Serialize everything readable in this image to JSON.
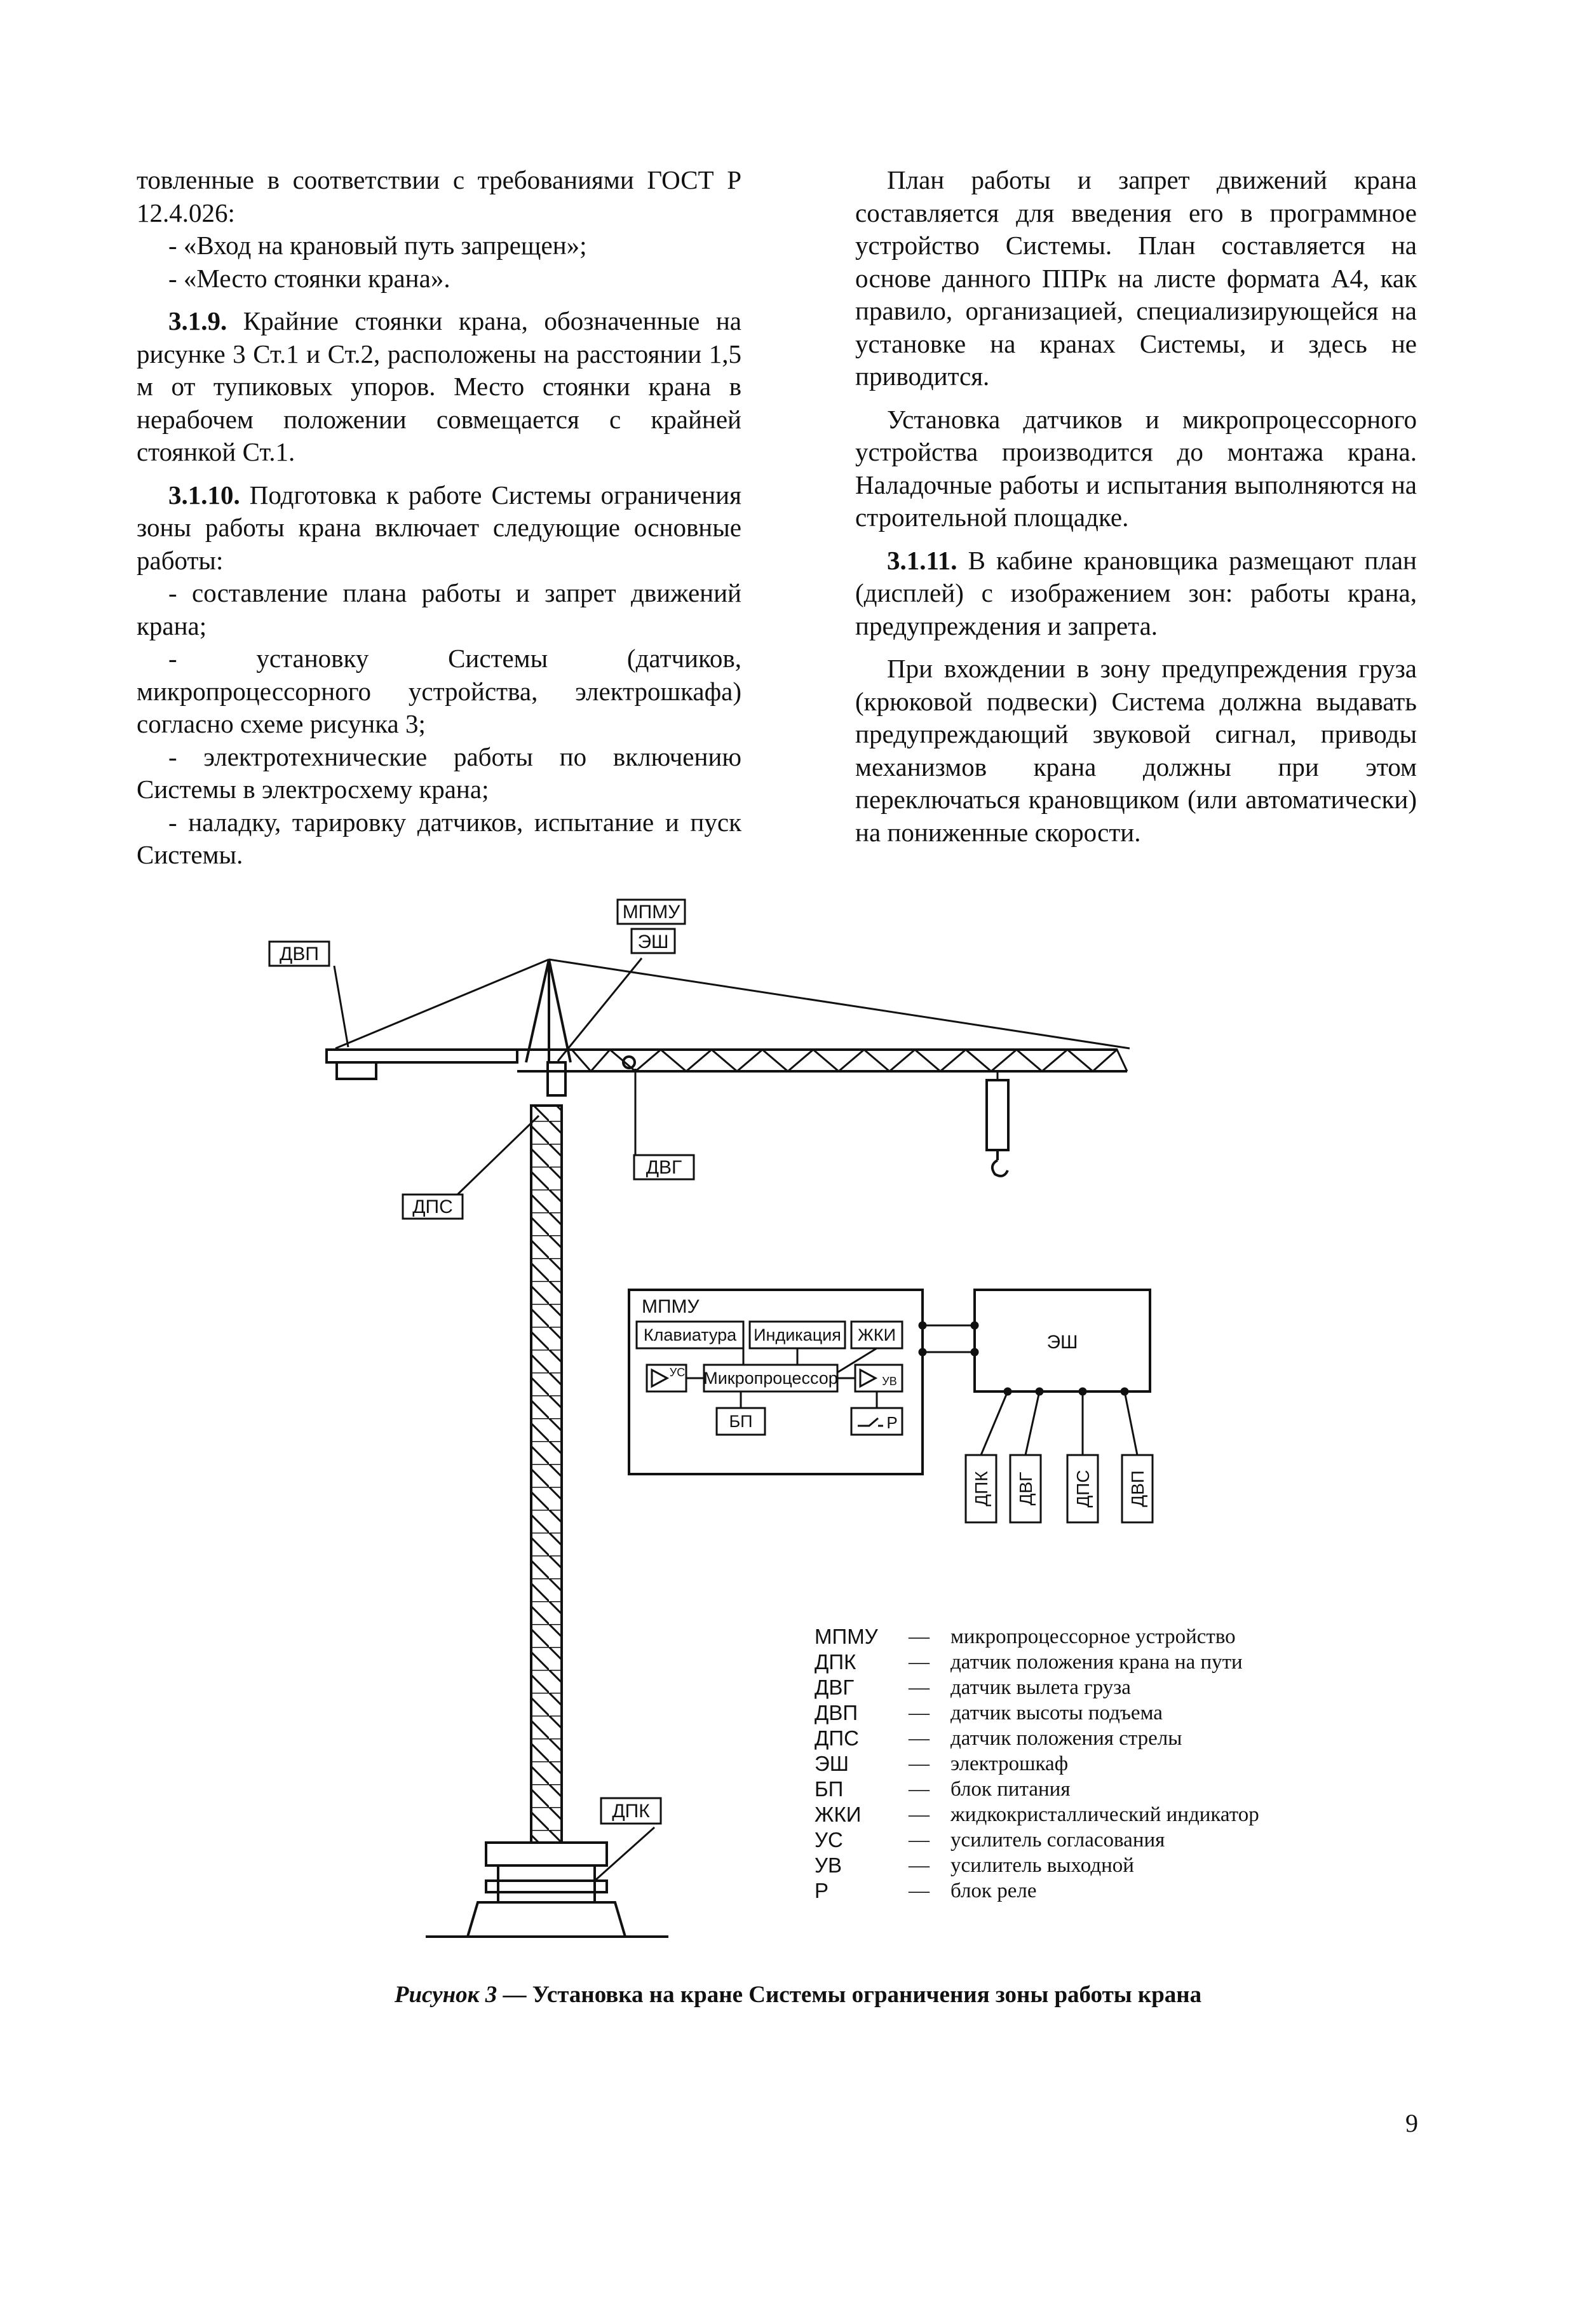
{
  "left_column": {
    "p1": "товленные в соответствии с требованиями ГОСТ Р 12.4.026:",
    "p2": "- «Вход на крановый путь запрещен»;",
    "p3": "- «Место стоянки крана».",
    "s319_num": "3.1.9.",
    "s319_text": " Крайние стоянки крана, обозначенные на рисунке 3 Ст.1 и Ст.2, расположены на расстоянии 1,5 м от тупиковых упоров. Место стоянки крана в нерабочем положении совмещается с крайней стоянкой Ст.1.",
    "s3110_num": "3.1.10.",
    "s3110_text": " Подготовка к работе Системы ограничения зоны работы крана включает следующие основные работы:",
    "item1": "- составление плана работы и запрет движений крана;",
    "item2": "- установку Системы (датчиков, микропроцессорного устройства, электрошкафа) согласно схеме рисунка 3;",
    "item3": "- электротехнические работы по включению Системы в электросхему крана;",
    "item4": "- наладку, тарировку датчиков, испытание и пуск Системы."
  },
  "right_column": {
    "p1": "План работы и запрет движений крана составляется для введения его в программное устройство Системы. План составляется на основе данного ППРк на листе формата А4, как правило, организацией, специализирующейся на установке на кранах Системы, и здесь не приводится.",
    "p2": "Установка датчиков и микропроцессорного устройства производится до монтажа крана. Наладочные работы и испытания выполняются на строительной площадке.",
    "s3111_num": "3.1.11.",
    "s3111_text": " В кабине крановщика размещают план (дисплей) с изображением зон: работы крана, предупреждения и запрета.",
    "p4": "При вхождении в зону предупреждения груза (крюковой подвески) Система должна выдавать предупреждающий звуковой сигнал, приводы механизмов крана должны при этом переключаться крановщиком (или автоматически) на пониженные скорости."
  },
  "figure": {
    "crane_labels": {
      "mpmu": "МПМУ",
      "esh": "ЭШ",
      "dvp": "ДВП",
      "dvg": "ДВГ",
      "dps": "ДПС",
      "dpk": "ДПК"
    },
    "block": {
      "title": "МПМУ",
      "keyboard": "Клавиатура",
      "indication": "Индикация",
      "zhki": "ЖКИ",
      "cpu": "Микропроцессор",
      "us": "УС",
      "uv": "УВ",
      "bp": "БП",
      "relay": "Р",
      "cabinet": "ЭШ",
      "sensors": [
        "ДПК",
        "ДВГ",
        "ДПС",
        "ДВП"
      ]
    },
    "legend": [
      {
        "abbr": "МПМУ",
        "desc": "микропроцессорное устройство"
      },
      {
        "abbr": "ДПК",
        "desc": "датчик положения крана на пути"
      },
      {
        "abbr": "ДВГ",
        "desc": "датчик вылета груза"
      },
      {
        "abbr": "ДВП",
        "desc": "датчик высоты подъема"
      },
      {
        "abbr": "ДПС",
        "desc": "датчик положения стрелы"
      },
      {
        "abbr": "ЭШ",
        "desc": "электрошкаф"
      },
      {
        "abbr": "БП",
        "desc": "блок питания"
      },
      {
        "abbr": "ЖКИ",
        "desc": "жидкокристаллический индикатор"
      },
      {
        "abbr": "УС",
        "desc": "усилитель согласования"
      },
      {
        "abbr": "УВ",
        "desc": "усилитель выходной"
      },
      {
        "abbr": "Р",
        "desc": "блок реле"
      }
    ],
    "dash": "—",
    "caption_label": "Рисунок 3",
    "caption_text": " — Установка на кране Системы ограничения зоны работы крана"
  },
  "page_number": "9"
}
